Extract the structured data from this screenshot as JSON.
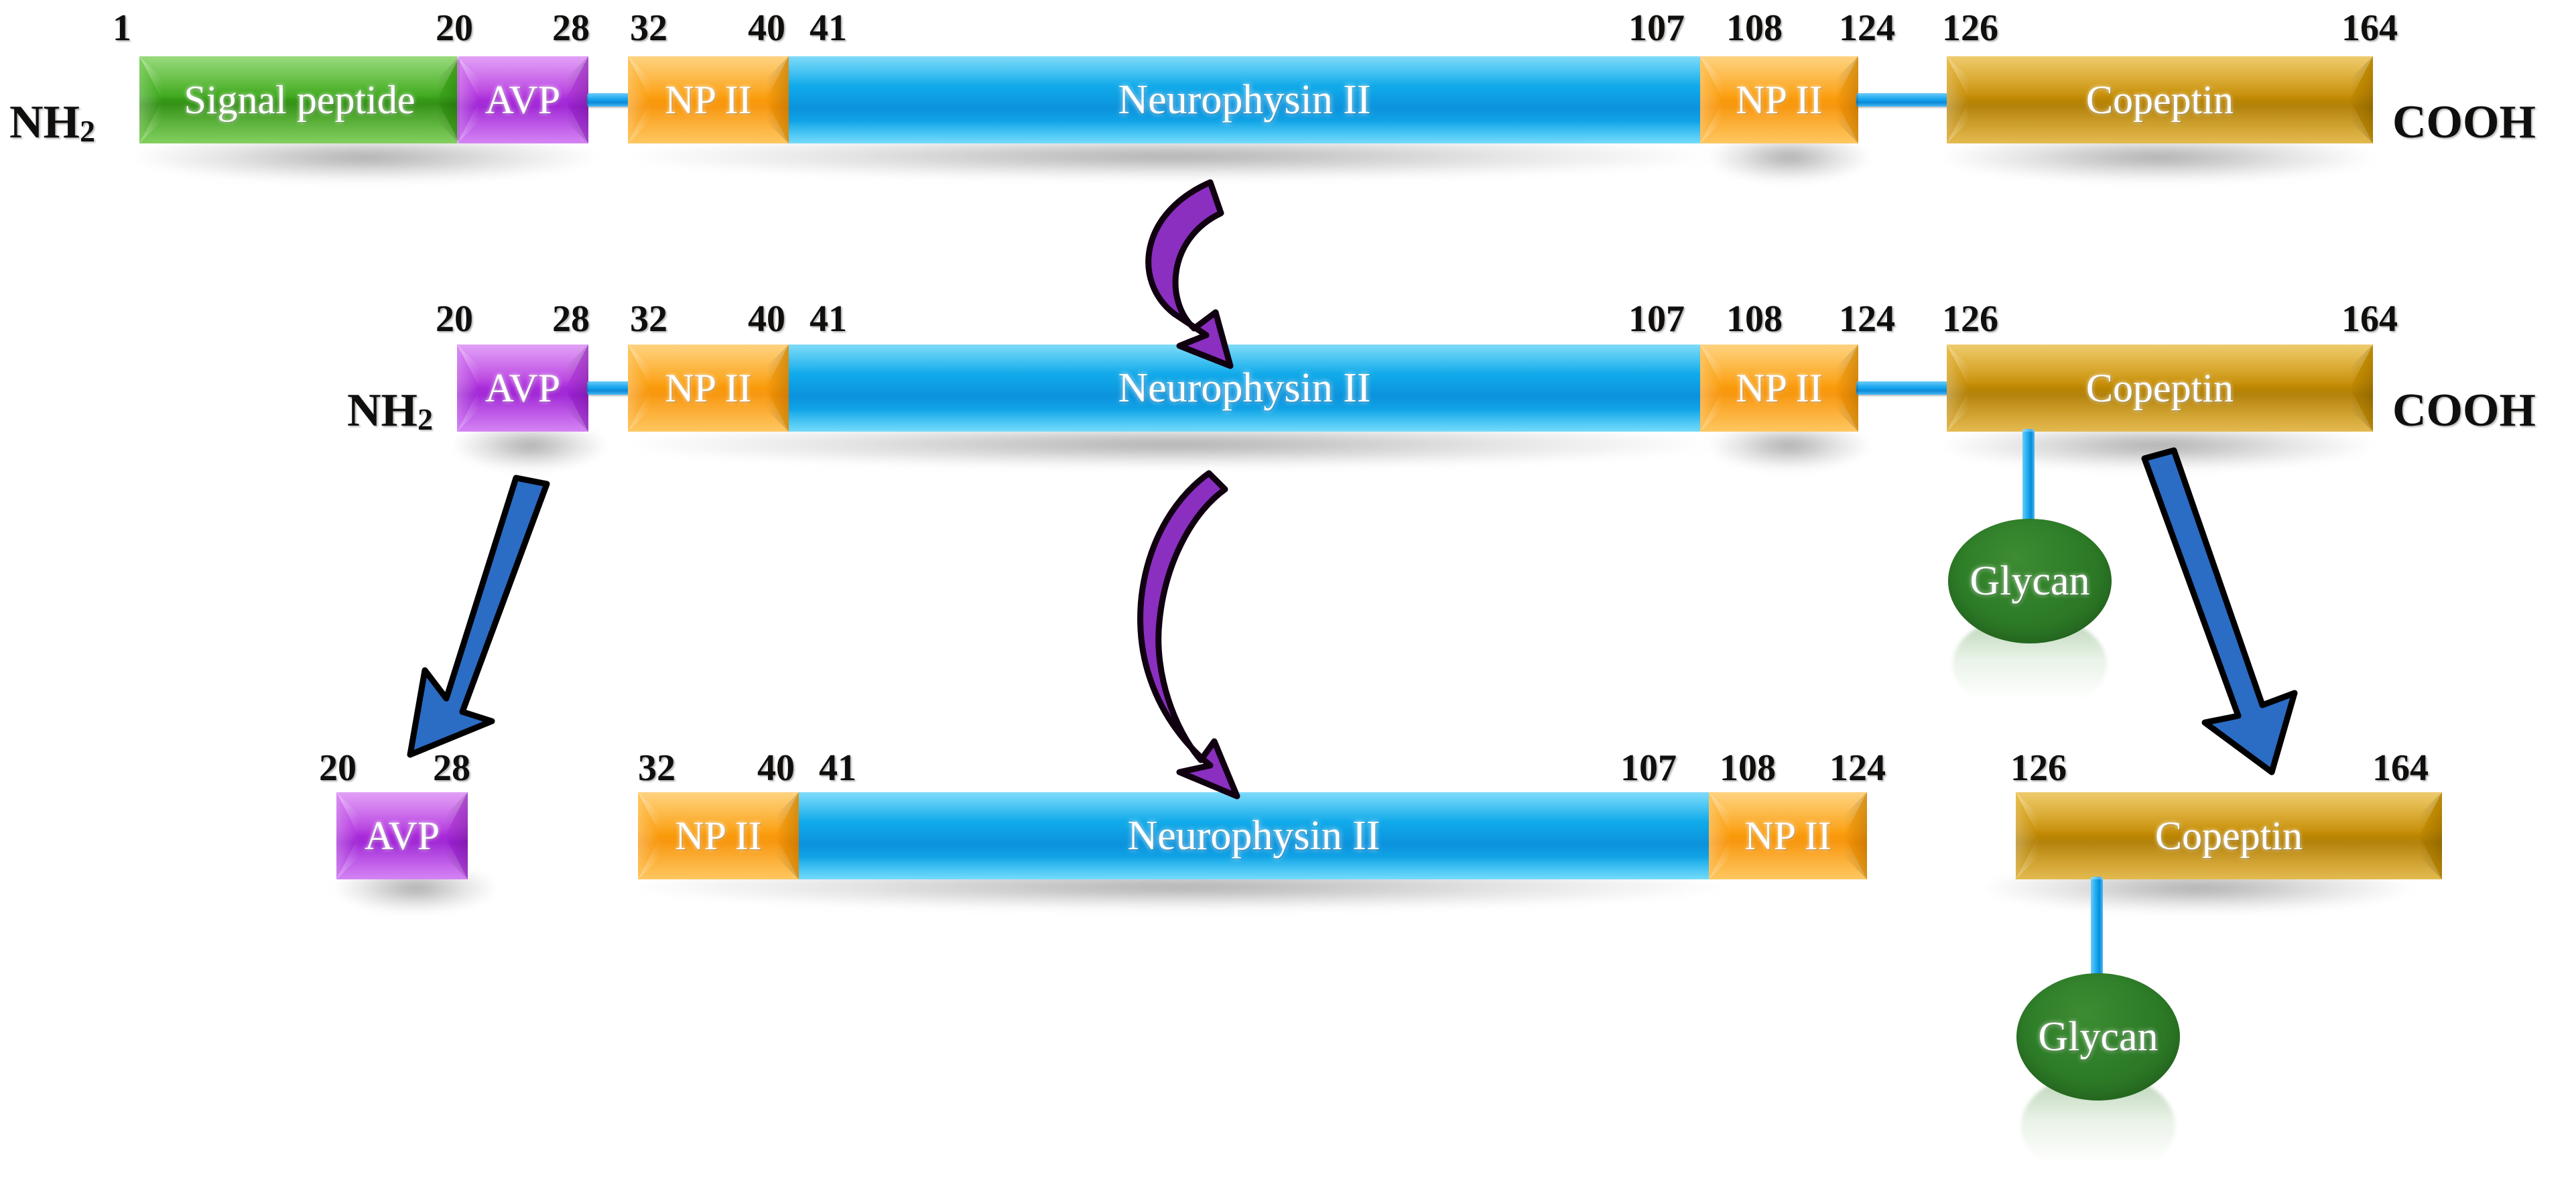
{
  "figure": {
    "title": "Vasopressin (AVP) precursor processing",
    "termini": {
      "n_terminus": "NH",
      "n_sub": "2",
      "c_terminus": "COOH"
    },
    "colors": {
      "signal_peptide": "#3aa718",
      "avp": "#b63ae0",
      "np_ii_cap": "#fb9d0c",
      "neurophysin": "#10a7e8",
      "copeptin": "#c78d01",
      "glycan": "#2e7d28",
      "arrow_purple": "#8a2fc0",
      "arrow_blue": "#2b6cc4",
      "label_text": "#100f0d"
    },
    "rows": [
      {
        "id": "row-1-preprohormone",
        "n_term": "NH",
        "n_sub": "2",
        "c_term": "COOH",
        "ticks": [
          "1",
          "20",
          "28",
          "32",
          "40",
          "41",
          "107",
          "108",
          "124",
          "126",
          "164"
        ],
        "segments": [
          {
            "name": "signal-peptide",
            "label": "Signal  peptide",
            "color": "green",
            "start": "1",
            "end": "20"
          },
          {
            "name": "avp",
            "label": "AVP",
            "color": "purple",
            "start": "20",
            "end": "28"
          },
          {
            "name": "np-ii-left",
            "label": "NP II",
            "color": "orange",
            "start": "32",
            "end": "40"
          },
          {
            "name": "neurophysin-ii",
            "label": "Neurophysin II",
            "color": "blue",
            "start": "41",
            "end": "107"
          },
          {
            "name": "np-ii-right",
            "label": "NP II",
            "color": "orange",
            "start": "108",
            "end": "124"
          },
          {
            "name": "copeptin",
            "label": "Copeptin",
            "color": "gold",
            "start": "126",
            "end": "164"
          }
        ]
      },
      {
        "id": "row-2-prohormone",
        "n_term": "NH",
        "n_sub": "2",
        "c_term": "COOH",
        "ticks": [
          "20",
          "28",
          "32",
          "40",
          "41",
          "107",
          "108",
          "124",
          "126",
          "164"
        ],
        "segments": [
          {
            "name": "avp",
            "label": "AVP",
            "color": "purple",
            "start": "20",
            "end": "28"
          },
          {
            "name": "np-ii-left",
            "label": "NP II",
            "color": "orange",
            "start": "32",
            "end": "40"
          },
          {
            "name": "neurophysin-ii",
            "label": "Neurophysin II",
            "color": "blue",
            "start": "41",
            "end": "107"
          },
          {
            "name": "np-ii-right",
            "label": "NP II",
            "color": "orange",
            "start": "108",
            "end": "124"
          },
          {
            "name": "copeptin",
            "label": "Copeptin",
            "color": "gold",
            "start": "126",
            "end": "164"
          }
        ],
        "glycan": {
          "label": "Glycan",
          "attached_to": "copeptin"
        }
      },
      {
        "id": "row-3-cleaved-products",
        "n_term": "",
        "n_sub": "",
        "c_term": "",
        "ticks": [
          "20",
          "28",
          "32",
          "40",
          "41",
          "107",
          "108",
          "124",
          "126",
          "164"
        ],
        "segments": [
          {
            "name": "avp",
            "label": "AVP",
            "color": "purple",
            "start": "20",
            "end": "28"
          },
          {
            "name": "np-ii-left",
            "label": "NP II",
            "color": "orange",
            "start": "32",
            "end": "40"
          },
          {
            "name": "neurophysin-ii",
            "label": "Neurophysin II",
            "color": "blue",
            "start": "41",
            "end": "107"
          },
          {
            "name": "np-ii-right",
            "label": "NP II",
            "color": "orange",
            "start": "108",
            "end": "124"
          },
          {
            "name": "copeptin",
            "label": "Copeptin",
            "color": "gold",
            "start": "126",
            "end": "164"
          }
        ],
        "glycan": {
          "label": "Glycan",
          "attached_to": "copeptin"
        }
      }
    ],
    "arrows": [
      {
        "name": "curved-arrow-row1-to-row2",
        "style": "curved",
        "color": "purple"
      },
      {
        "name": "curved-arrow-row2-to-row3",
        "style": "curved",
        "color": "purple"
      },
      {
        "name": "straight-arrow-avp-release",
        "style": "straight",
        "color": "blue"
      },
      {
        "name": "straight-arrow-copeptin-release",
        "style": "straight",
        "color": "blue"
      }
    ]
  },
  "labels": {
    "r1": {
      "nh2": "NH",
      "nh2_sub": "2",
      "cooh": "COOH",
      "t1": "1",
      "t20": "20",
      "t28": "28",
      "t32": "32",
      "t40": "40",
      "t41": "41",
      "t107": "107",
      "t108": "108",
      "t124": "124",
      "t126": "126",
      "t164": "164",
      "signal": "Signal  peptide",
      "avp": "AVP",
      "npL": "NP II",
      "neuro": "Neurophysin II",
      "npR": "NP II",
      "cope": "Copeptin"
    },
    "r2": {
      "nh2": "NH",
      "nh2_sub": "2",
      "cooh": "COOH",
      "t20": "20",
      "t28": "28",
      "t32": "32",
      "t40": "40",
      "t41": "41",
      "t107": "107",
      "t108": "108",
      "t124": "124",
      "t126": "126",
      "t164": "164",
      "avp": "AVP",
      "npL": "NP II",
      "neuro": "Neurophysin II",
      "npR": "NP II",
      "cope": "Copeptin",
      "glycan": "Glycan"
    },
    "r3": {
      "t20": "20",
      "t28": "28",
      "t32": "32",
      "t40": "40",
      "t41": "41",
      "t107": "107",
      "t108": "108",
      "t124": "124",
      "t126": "126",
      "t164": "164",
      "avp": "AVP",
      "npL": "NP II",
      "neuro": "Neurophysin II",
      "npR": "NP II",
      "cope": "Copeptin",
      "glycan": "Glycan"
    }
  }
}
